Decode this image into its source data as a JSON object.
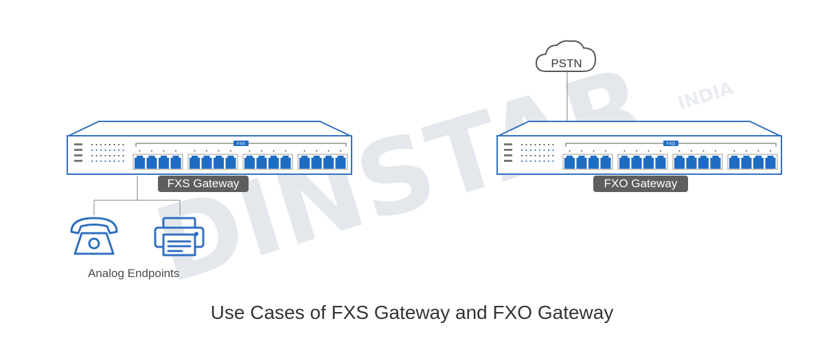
{
  "watermark": {
    "brand": "DINSTAR",
    "region": "INDIA",
    "color": "#dfe3e8"
  },
  "fxs_gateway": {
    "label": "FXS Gateway",
    "panel_tag": "FXS",
    "port_count": 16
  },
  "fxo_gateway": {
    "label": "FXO Gateway",
    "panel_tag": "FXO",
    "port_count": 16
  },
  "pstn": {
    "label": "PSTN"
  },
  "endpoints": {
    "label": "Analog Endpoints",
    "icons": [
      "telephone-icon",
      "fax-machine-icon"
    ]
  },
  "caption": "Use Cases of FXS Gateway and FXO Gateway",
  "colors": {
    "device_blue": "#2f6fbf",
    "port_blue": "#1f6dc2",
    "label_bg": "#5e5e5e",
    "line_gray": "#9a9a9a"
  }
}
